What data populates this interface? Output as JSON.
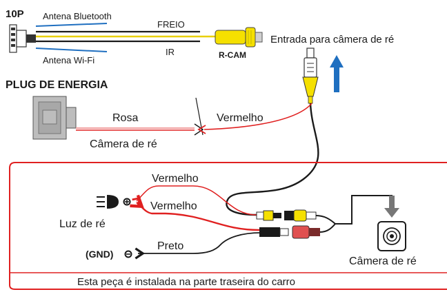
{
  "connector_10p": {
    "label": "10P",
    "antenna_bluetooth": "Antena Bluetooth",
    "freio": "FREIO",
    "antenna_wifi": "Antena Wi-Fi",
    "ir": "IR",
    "rcam": "R-CAM"
  },
  "camera_input_label": "Entrada para câmera de ré",
  "power_plug": {
    "title": "PLUG DE ENERGIA",
    "rosa": "Rosa",
    "vermelho": "Vermelho",
    "camera_re": "Câmera de ré"
  },
  "rear_section": {
    "vermelho_top": "Vermelho",
    "vermelho_bottom": "Vermelho",
    "luz_de_re": "Luz de ré",
    "preto": "Preto",
    "gnd": "(GND)",
    "camera_label": "Câmera de ré",
    "note": "Esta peça é instalada na parte traseira do carro"
  },
  "colors": {
    "red": "#e02020",
    "blue": "#1f6fc0",
    "yellow": "#f5e000",
    "black": "#1a1a1a",
    "pink": "#f2a0a0"
  }
}
